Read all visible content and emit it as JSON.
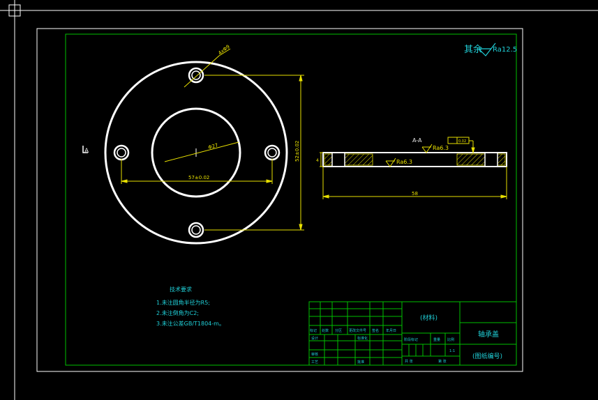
{
  "drawing": {
    "roughness_note": {
      "label": "其余",
      "value": "Ra12.5"
    },
    "dimensions": {
      "hole_dia": "4xΦ9",
      "bore_dia": "Φ27",
      "pcd_horizontal": "57±0.02",
      "pcd_vertical": "52±0.02",
      "overall_length": "58",
      "thickness": "4"
    },
    "section": {
      "label": "A-A",
      "roughness_top": "Ra6.3",
      "roughness_inner": "Ra6.3",
      "tolerance_frame": "0.02"
    },
    "section_marker": "A",
    "tech_requirements": {
      "heading": "技术要求",
      "items": [
        "1.未注圆角半径为R5;",
        "2.未注倒角为C2;",
        "3.未注公差GB/T1804-m。"
      ]
    }
  },
  "title_block": {
    "material": "(材料)",
    "part_name": "轴承盖",
    "drawing_no": "(图纸编号)",
    "header_row": [
      "标记",
      "处数",
      "分区",
      "更改文件号",
      "签名",
      "年月日"
    ],
    "left_rows": [
      "设计",
      "审核",
      "工艺"
    ],
    "standardize": "标准化",
    "approve": "批准",
    "stage_label": "阶段标记",
    "weight_label": "重量",
    "scale_label": "比例",
    "scale_value": "1:1",
    "sheet_total": "共  张",
    "sheet_no": "第  张"
  },
  "colors": {
    "background": "#000000",
    "border": "#ffffff",
    "frame": "#00c000",
    "geometry": "#ffffff",
    "dimension": "#e8e000",
    "text": "#20d0d8"
  }
}
